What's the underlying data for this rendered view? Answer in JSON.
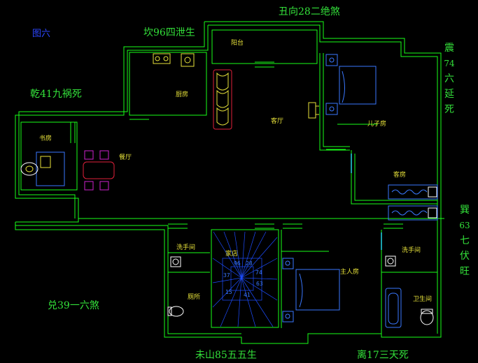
{
  "title": {
    "label": "图六"
  },
  "directions": {
    "north": "丑向28二绝煞",
    "north_west_top": "坎96四泄生",
    "west": "乾41九祸死",
    "south_west": "兑39一六煞",
    "south": "未山85五五生",
    "south_east": "离17三天死",
    "east_upper": [
      "震",
      "74",
      "六",
      "延",
      "死"
    ],
    "east_lower": [
      "巽",
      "63",
      "七",
      "伏",
      "旺"
    ]
  },
  "rooms": {
    "balcony": "阳台",
    "kitchen": "厨房",
    "living": "客厅",
    "study": "书房",
    "dining": "餐厅",
    "kids": "儿子房",
    "guest": "客房",
    "washroom": "洗手间",
    "toilet": "厕所",
    "stair": "家店",
    "master": "主人房",
    "wash2": "洗手间",
    "bath": "卫生间"
  },
  "stair_numbers": [
    "96",
    "28",
    "37",
    "74",
    "63",
    "15",
    "41"
  ],
  "colors": {
    "background": "#000000",
    "wall": "#19ff19",
    "text_green": "#33e03a",
    "text_blue": "#2b46ff",
    "room_label": "#e7e23a",
    "furniture_blue": "#3a78ff",
    "furniture_red": "#e0203a",
    "stairs": "#1d4dff"
  }
}
